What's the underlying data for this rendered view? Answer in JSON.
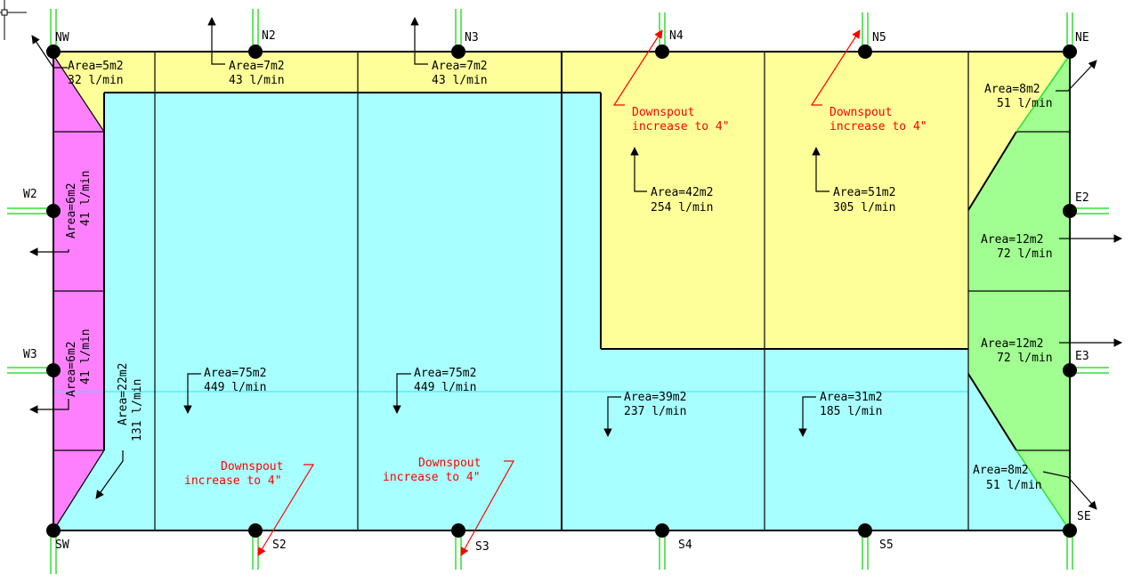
{
  "colors": {
    "yellow": "#ffff99",
    "cyan": "#a8ffff",
    "magenta": "#ff80ff",
    "green": "#a0ff90",
    "pipe": "#33dd33",
    "downspout_note": "#ff0000",
    "node": "#000000"
  },
  "nodes": {
    "nw": "NW",
    "n2": "N2",
    "n3": "N3",
    "n4": "N4",
    "n5": "N5",
    "ne": "NE",
    "w2": "W2",
    "w3": "W3",
    "e2": "E2",
    "e3": "E3",
    "sw": "SW",
    "s2": "S2",
    "s3": "S3",
    "s4": "S4",
    "s5": "S5",
    "se": "SE"
  },
  "zones": {
    "nw": {
      "area": "Area=5m2",
      "flow": "32 l/min"
    },
    "n2": {
      "area": "Area=7m2",
      "flow": "43 l/min"
    },
    "n3": {
      "area": "Area=7m2",
      "flow": "43 l/min"
    },
    "ne": {
      "area": "Area=8m2",
      "flow": "51 l/min"
    },
    "w2": {
      "area": "Area=6m2",
      "flow": "41 l/min"
    },
    "w3": {
      "area": "Area=6m2",
      "flow": "41 l/min"
    },
    "sw": {
      "area": "Area=22m2",
      "flow": "131 l/min"
    },
    "n4": {
      "area": "Area=42m2",
      "flow": "254 l/min"
    },
    "n5": {
      "area": "Area=51m2",
      "flow": "305 l/min"
    },
    "e2": {
      "area": "Area=12m2",
      "flow": "72 l/min"
    },
    "e3": {
      "area": "Area=12m2",
      "flow": "72 l/min"
    },
    "s2": {
      "area": "Area=75m2",
      "flow": "449 l/min"
    },
    "s3": {
      "area": "Area=75m2",
      "flow": "449 l/min"
    },
    "s4": {
      "area": "Area=39m2",
      "flow": "237 l/min"
    },
    "s5": {
      "area": "Area=31m2",
      "flow": "185 l/min"
    },
    "se": {
      "area": "Area=8m2",
      "flow": "51 l/min"
    }
  },
  "notes": {
    "n4_line1": "Downspout",
    "n4_line2": "increase to 4\"",
    "n5_line1": "Downspout",
    "n5_line2": "increase to 4\"",
    "s2_line1": "Downspout",
    "s2_line2": "increase to 4\"",
    "s3_line1": "Downspout",
    "s3_line2": "increase to 4\""
  }
}
